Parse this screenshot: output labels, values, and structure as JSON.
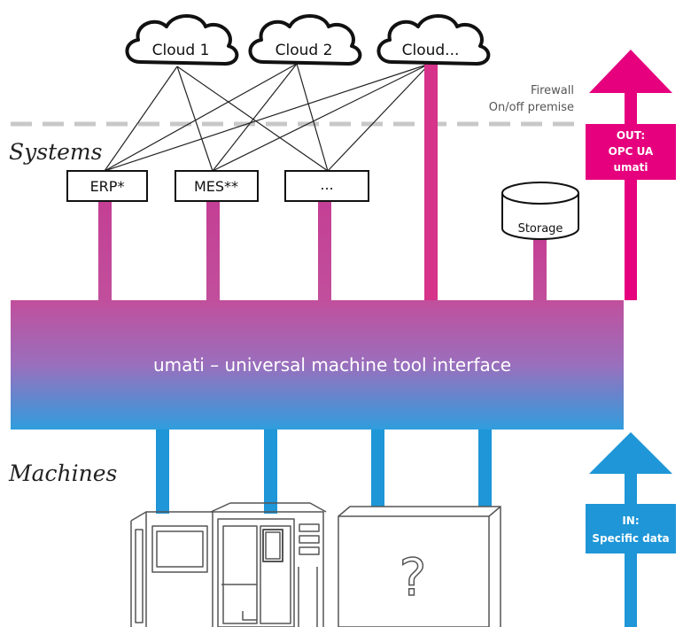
{
  "clouds": [
    "Cloud 1",
    "Cloud 2",
    "Cloud..."
  ],
  "firewall": {
    "line1": "Firewall",
    "line2": "On/off premise"
  },
  "sections": {
    "systems": "Systems",
    "machines": "Machines"
  },
  "systems": [
    "ERP*",
    "MES**",
    "..."
  ],
  "storage": "Storage",
  "bus": {
    "label": "umati – universal machine tool interface"
  },
  "out_box": {
    "line1": "OUT:",
    "line2": "OPC UA",
    "line3": "umati"
  },
  "in_box": {
    "line1": "IN:",
    "line2": "Specific data"
  },
  "unknown_machine_symbol": "?",
  "colors": {
    "magenta": "#e6007e",
    "blue": "#1e96d7",
    "gradient_top": "#c14f9c",
    "gradient_mid": "#9a6fbd",
    "gradient_bottom": "#2f9ddd",
    "firewall_dash": "#c8c8c8"
  }
}
